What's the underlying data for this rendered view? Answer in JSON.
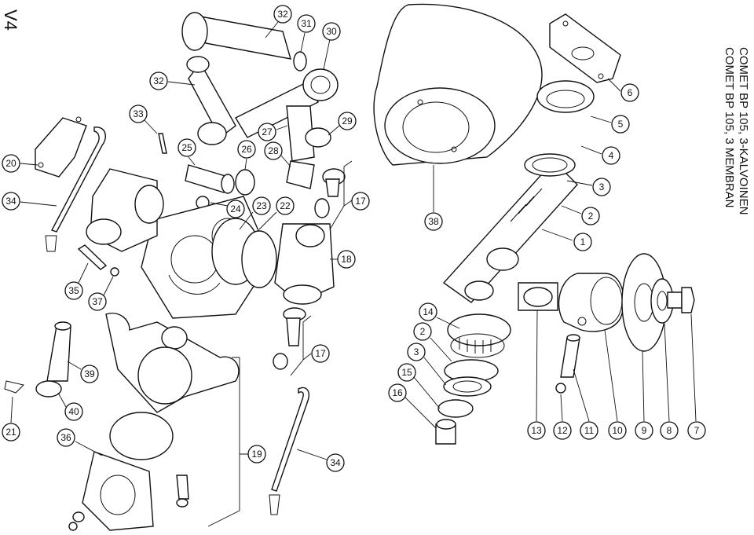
{
  "sheet_label": "V4",
  "title": {
    "line1": "COMET BP 105, 3-KALVOINEN",
    "line2": "COMET BP 105, 3 MEMBRAN"
  },
  "callouts": [
    "1",
    "2",
    "3",
    "4",
    "5",
    "6",
    "7",
    "8",
    "9",
    "10",
    "11",
    "12",
    "13",
    "14",
    "2",
    "3",
    "15",
    "16",
    "17",
    "17",
    "18",
    "19",
    "20",
    "21",
    "22",
    "23",
    "24",
    "25",
    "26",
    "27",
    "28",
    "29",
    "30",
    "31",
    "32",
    "32",
    "33",
    "34",
    "34",
    "35",
    "36",
    "37",
    "38",
    "39",
    "40"
  ]
}
